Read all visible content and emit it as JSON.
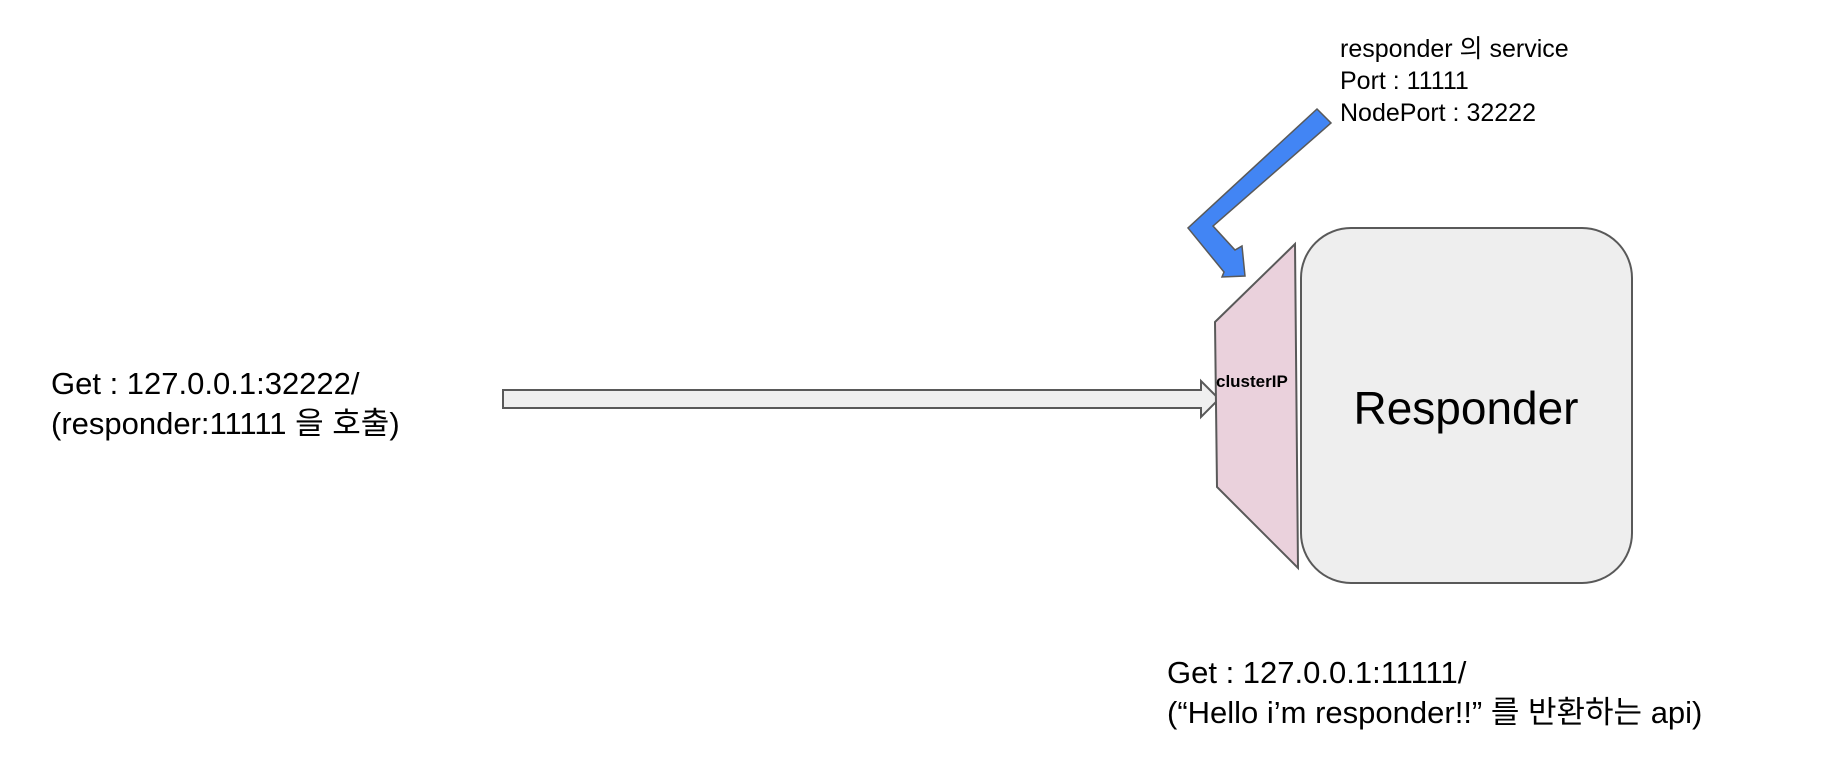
{
  "client": {
    "line1": "Get : 127.0.0.1:32222/",
    "line2": "(responder:11111 을 호출)"
  },
  "service_note": {
    "line1": "responder 의 service",
    "line2": "Port : 11111",
    "line3": "NodePort : 32222"
  },
  "cluster_ip": {
    "label": "clusterIP"
  },
  "responder": {
    "label": "Responder"
  },
  "api_note": {
    "line1": "Get : 127.0.0.1:11111/",
    "line2": "(“Hello i’m responder!!” 를 반환하는 api)"
  },
  "colors": {
    "pointer_arrow": "#4285f4",
    "cluster_ip_fill": "#ead1dc",
    "responder_fill": "#eeeeee",
    "flow_arrow_fill": "#efefef",
    "stroke": "#595959"
  }
}
